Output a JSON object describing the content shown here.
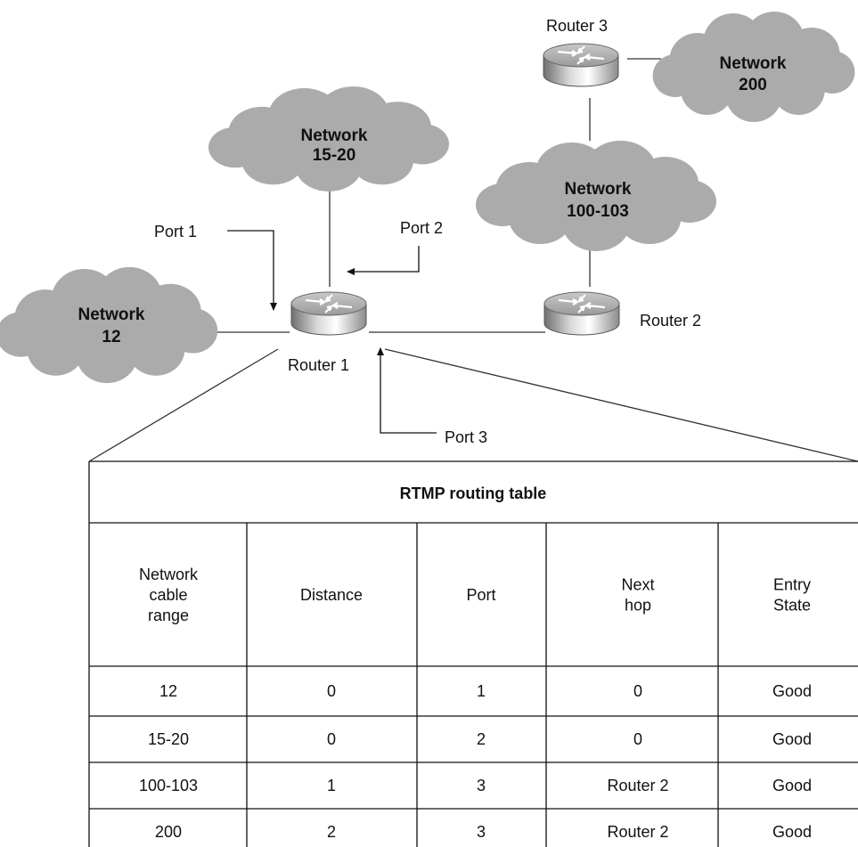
{
  "networks": [
    {
      "id": "net-15-20",
      "lines": [
        "Network",
        "15-20"
      ]
    },
    {
      "id": "net-100-103",
      "lines": [
        "Network",
        "100-103"
      ]
    },
    {
      "id": "net-200",
      "lines": [
        "Network",
        "200"
      ]
    },
    {
      "id": "net-12",
      "lines": [
        "Network",
        "12"
      ]
    }
  ],
  "routers": {
    "r1": "Router 1",
    "r2": "Router 2",
    "r3": "Router 3"
  },
  "ports": {
    "p1": "Port 1",
    "p2": "Port 2",
    "p3": "Port 3"
  },
  "table": {
    "title": "RTMP routing table",
    "headers": [
      [
        "Network",
        "cable",
        "range"
      ],
      [
        "Distance"
      ],
      [
        "Port"
      ],
      [
        "Next",
        "hop"
      ],
      [
        "Entry",
        "State"
      ]
    ],
    "rows": [
      [
        "12",
        "0",
        "1",
        "0",
        "Good"
      ],
      [
        "15-20",
        "0",
        "2",
        "0",
        "Good"
      ],
      [
        "100-103",
        "1",
        "3",
        "Router 2",
        "Good"
      ],
      [
        "200",
        "2",
        "3",
        "Router 2",
        "Good"
      ]
    ]
  }
}
